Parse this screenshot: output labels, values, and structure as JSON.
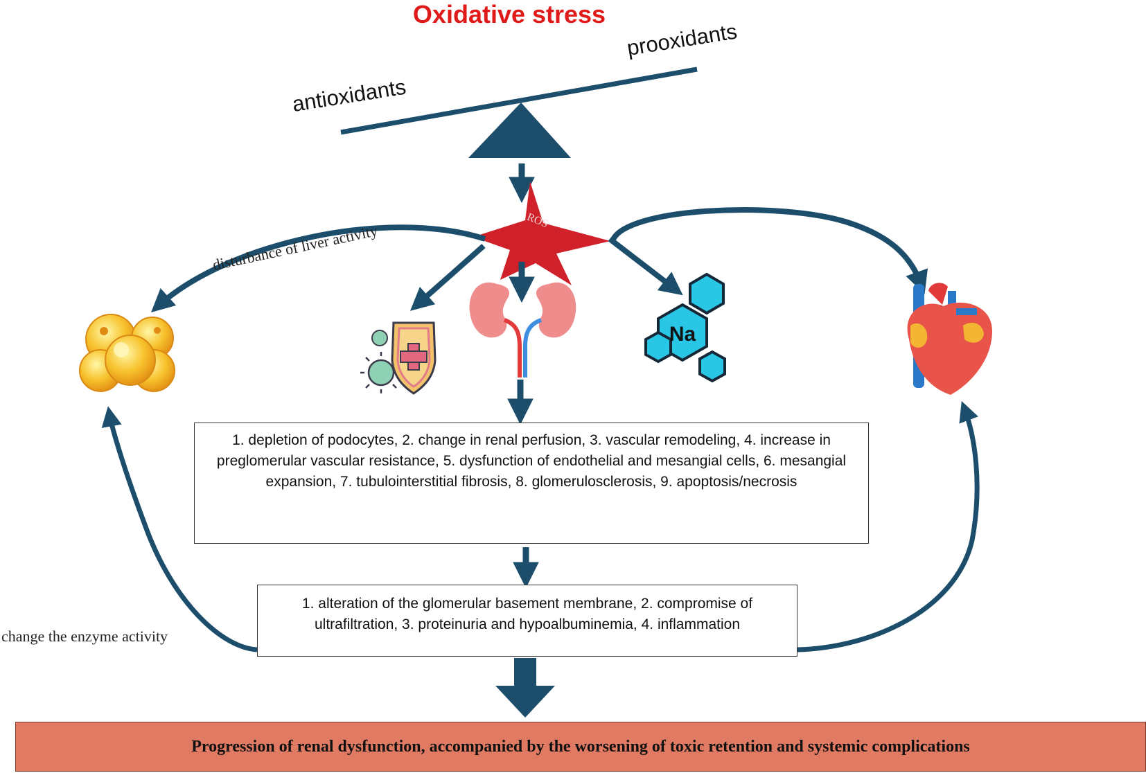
{
  "title": "Oxidative stress",
  "colors": {
    "title": "#e01919",
    "arrow": "#1c4e6c",
    "balance": "#1c4e6c",
    "star": "#d0212b",
    "banner": "#e17a63",
    "na_hex": "#29c6e6"
  },
  "balance": {
    "left_label": "antioxidants",
    "right_label": "prooxidants"
  },
  "nodes": {
    "ros": "ROS",
    "sodium": "Na"
  },
  "icons": [
    "liver-cells-icon",
    "immune-shield-icon",
    "kidney-icon",
    "sodium-hexagon-icon",
    "heart-icon"
  ],
  "labels": {
    "liver": "disturbance of liver activity",
    "enzyme": "change the enzyme activity"
  },
  "box1": "1. depletion of podocytes, 2. change in renal perfusion,   3. vascular remodeling, 4. increase in preglomerular vascular resistance, 5. dysfunction of endothelial and mesangial cells,          6. mesangial expansion, 7. tubulointerstitial fibrosis, 8. glomerulosclerosis, 9. apoptosis/necrosis",
  "box2": "1. alteration of the glomerular basement membrane, 2. compromise of ultrafiltration, 3. proteinuria and hypoalbuminemia, 4. inflammation",
  "outcome": "Progression of renal dysfunction, accompanied by the worsening of toxic retention and systemic complications"
}
